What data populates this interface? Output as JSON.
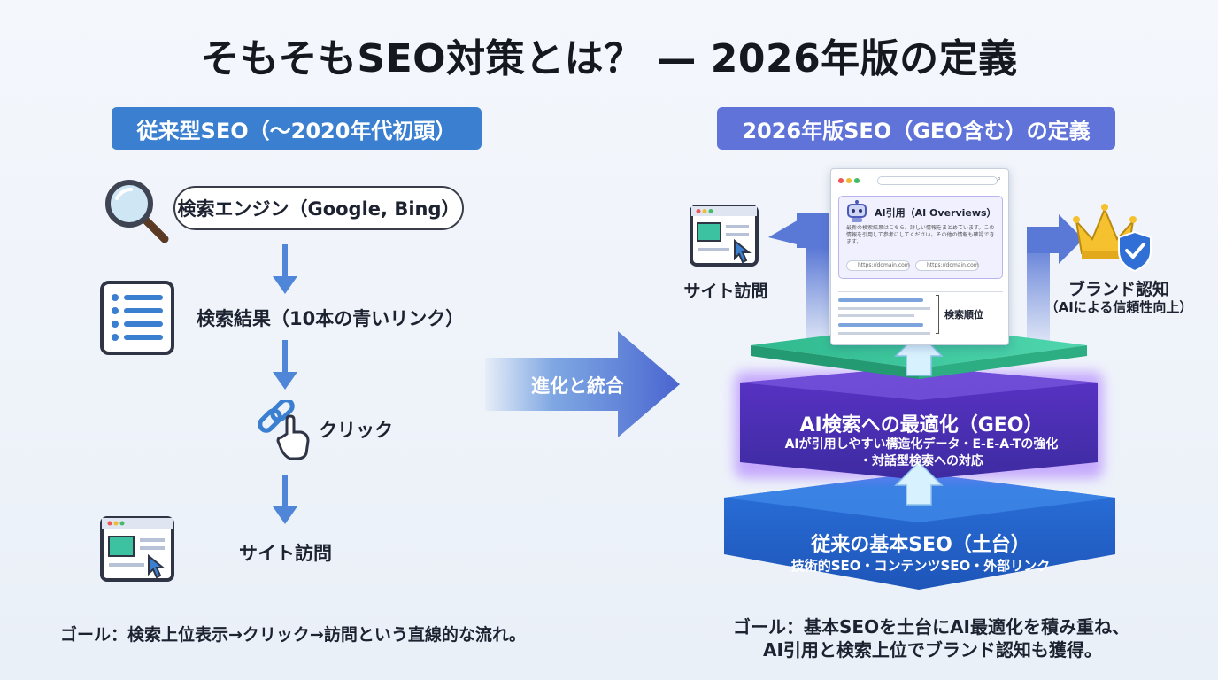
{
  "title": "そもそもSEO対策とは？ — 2026年版の定義",
  "left": {
    "badge": "従来型SEO（〜2020年代初頭）",
    "steps": {
      "search_engine": "検索エンジン（Google, Bing）",
      "results": "検索結果（10本の青いリンク）",
      "click": "クリック",
      "visit": "サイト訪問"
    },
    "goal": "ゴール：検索上位表示→クリック→訪問という直線的な流れ。"
  },
  "middle": {
    "arrow_label": "進化と統合"
  },
  "right": {
    "badge": "2026年版SEO（GEO含む）の定義",
    "browser": {
      "ai_title": "AI引用（AI Overviews）",
      "ai_body": "最新の検索結果はこちら。詳しい情報をまとめています。この情報を引用して参考にしてください。その他の情報も確認できます。",
      "source_1": "https://domain.com",
      "source_2": "https://domain.com",
      "rank_label": "検索順位"
    },
    "site_visit": "サイト訪問",
    "brand_title": "ブランド認知",
    "brand_sub": "（AIによる信頼性向上）",
    "layer_geo": {
      "title": "AI検索への最適化（GEO）",
      "line1": "AIが引用しやすい構造化データ・E-E-A-Tの強化",
      "line2": "・対話型検索への対応"
    },
    "layer_base": {
      "title": "従来の基本SEO（土台）",
      "sub": "技術的SEO・コンテンツSEO・外部リンク"
    },
    "goal_line1": "ゴール：基本SEOを土台にAI最適化を積み重ね、",
    "goal_line2": "AI引用と検索上位でブランド認知も獲得。"
  },
  "colors": {
    "left_badge": "#3a7fd0",
    "right_badge": "#5f73d8",
    "flow_arrow": "#4f86d8",
    "geo_layer": "#4a2fb0",
    "base_layer": "#2a6fd6",
    "top_layer": "#3cc79a",
    "crown": "#f5c12e"
  },
  "icons": [
    "search-icon",
    "list-icon",
    "link-icon",
    "pointer-hand-icon",
    "browser-window-icon",
    "robot-icon",
    "crown-icon",
    "shield-check-icon"
  ]
}
